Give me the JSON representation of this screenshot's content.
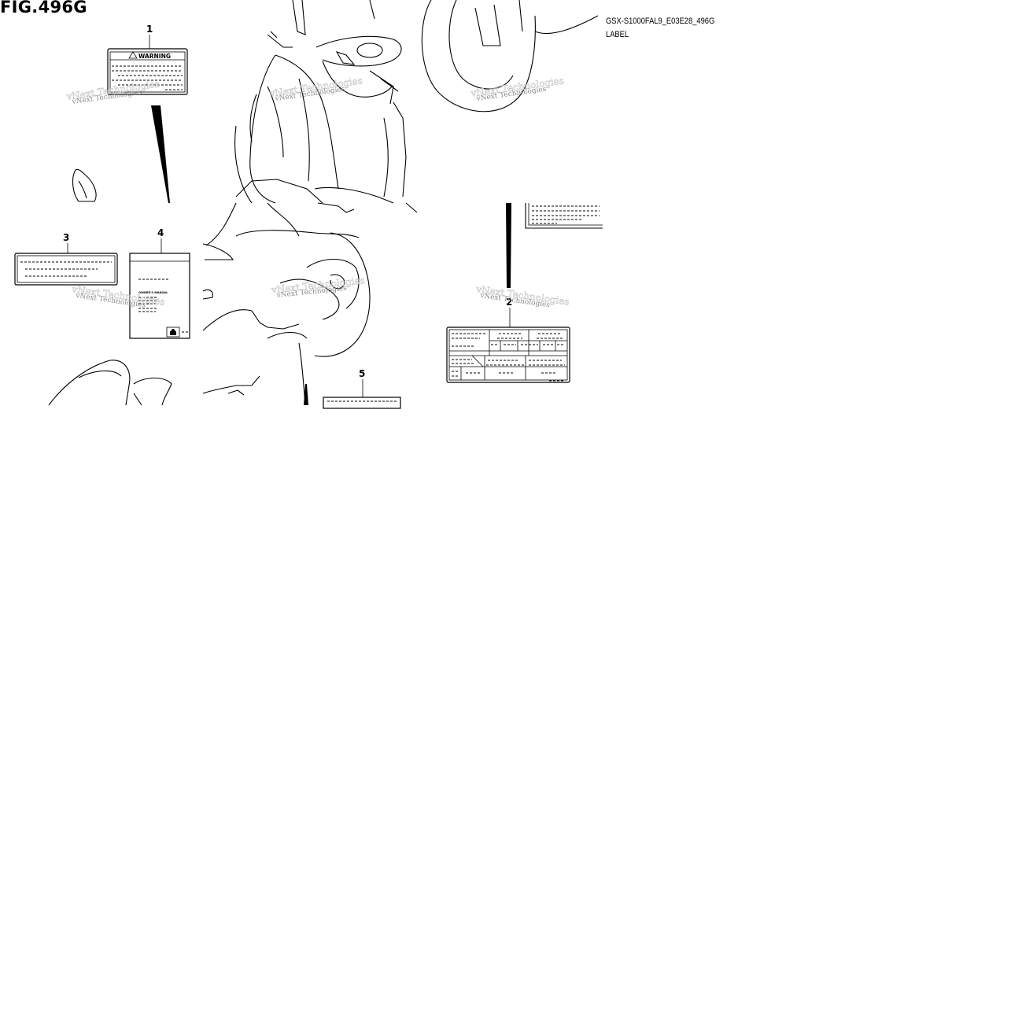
{
  "header": {
    "figure_title": "FIG.496G",
    "model_code": "GSX-S1000FAL9_E03E28_496G",
    "section_name": "LABEL"
  },
  "callouts": [
    "1",
    "2",
    "3",
    "4",
    "5"
  ],
  "labels": {
    "warning_label_heading": "WARNING",
    "manual_heading": "OWNER'S MANUAL"
  },
  "watermark": {
    "text": "vNext Technologies"
  }
}
